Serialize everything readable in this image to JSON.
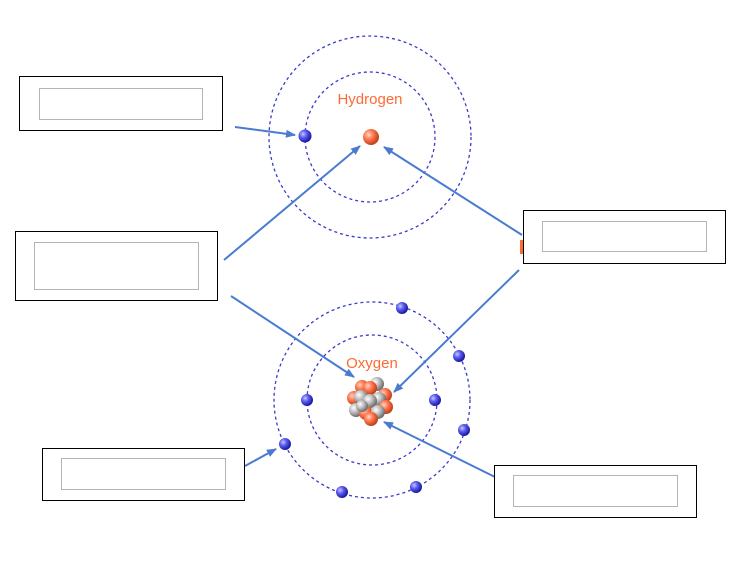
{
  "diagram": {
    "hydrogen": {
      "name": "Hydrogen",
      "electrons": 1
    },
    "oxygen": {
      "name": "Oxygen",
      "electrons": 8
    },
    "label_boxes": [
      {
        "id": "box-hydrogen-electron",
        "value": ""
      },
      {
        "id": "box-nuclei",
        "value": ""
      },
      {
        "id": "box-right-nuclei",
        "value": ""
      },
      {
        "id": "box-oxygen-electron",
        "value": ""
      },
      {
        "id": "box-oxygen-nucleus",
        "value": ""
      }
    ]
  },
  "colors": {
    "orbit": "#3a3acc",
    "arrow": "#4a7bd0",
    "atom_name": "#ff6a33",
    "electron": "#4a4ae8",
    "proton": "#ff7a52",
    "neutron": "#b8b8b8"
  }
}
